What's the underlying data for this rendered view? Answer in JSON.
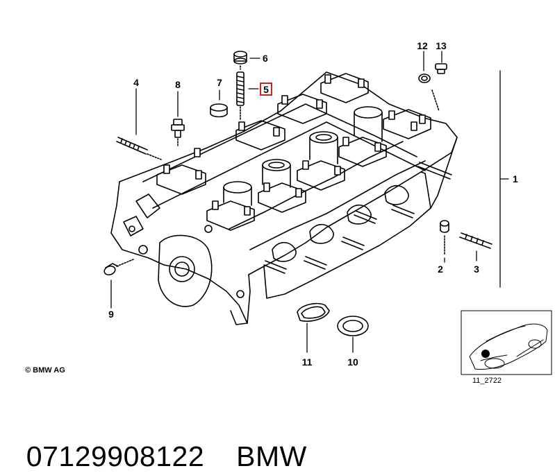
{
  "diagram": {
    "callouts": {
      "c1": "1",
      "c2": "2",
      "c3": "3",
      "c4": "4",
      "c5": "5",
      "c6": "6",
      "c7": "7",
      "c8": "8",
      "c9": "9",
      "c10": "10",
      "c11": "11",
      "c12": "12",
      "c13": "13"
    },
    "highlight_color": "#d11f1f",
    "copyright": "© BMW AG",
    "inset_code": "11_2722"
  },
  "caption": {
    "part_number": "07129908122",
    "brand": "BMW"
  }
}
